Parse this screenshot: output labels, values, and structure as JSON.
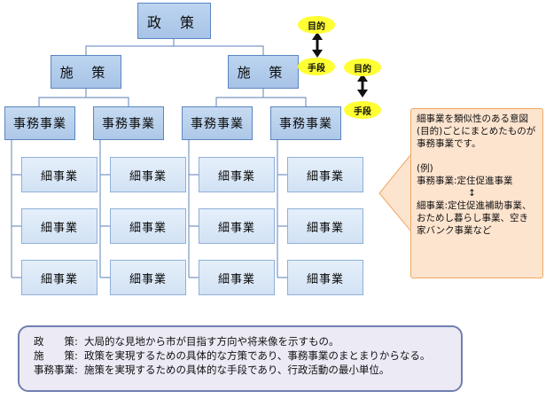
{
  "top": {
    "label": "政 策"
  },
  "level2": [
    {
      "label": "施 策"
    },
    {
      "label": "施 策"
    }
  ],
  "level3": [
    {
      "label": "事務事業"
    },
    {
      "label": "事務事業"
    },
    {
      "label": "事務事業"
    },
    {
      "label": "事務事業"
    }
  ],
  "level4_label": "細事業",
  "markers": {
    "purpose": "目的",
    "means": "手段"
  },
  "note": {
    "intro": "細事業を類似性のある意図(目的)ごとにまとめたものが事務事業です。",
    "example_head": "(例)",
    "example_line1": "事務事業:定住促進事業",
    "arrow": "↕",
    "example_line2": "細事業:定住促進補助事業、おためし暮らし事業、空き家バンク事業など"
  },
  "legend": {
    "rows": [
      {
        "term": "政　　策:",
        "desc": "大局的な見地から市が目指す方向や将来像を示すもの。"
      },
      {
        "term": "施　　策:",
        "desc": "政策を実現するための具体的な方策であり、事務事業のまとまりからなる。"
      },
      {
        "term": "事務事業:",
        "desc": "施策を実現するための具体的な手段であり、行政活動の最小単位。"
      }
    ]
  },
  "colors": {
    "box_border": "#5b86c2",
    "marker": "#ffff33",
    "note_bg": "#fde4cf",
    "legend_bg": "#eceaf5"
  }
}
